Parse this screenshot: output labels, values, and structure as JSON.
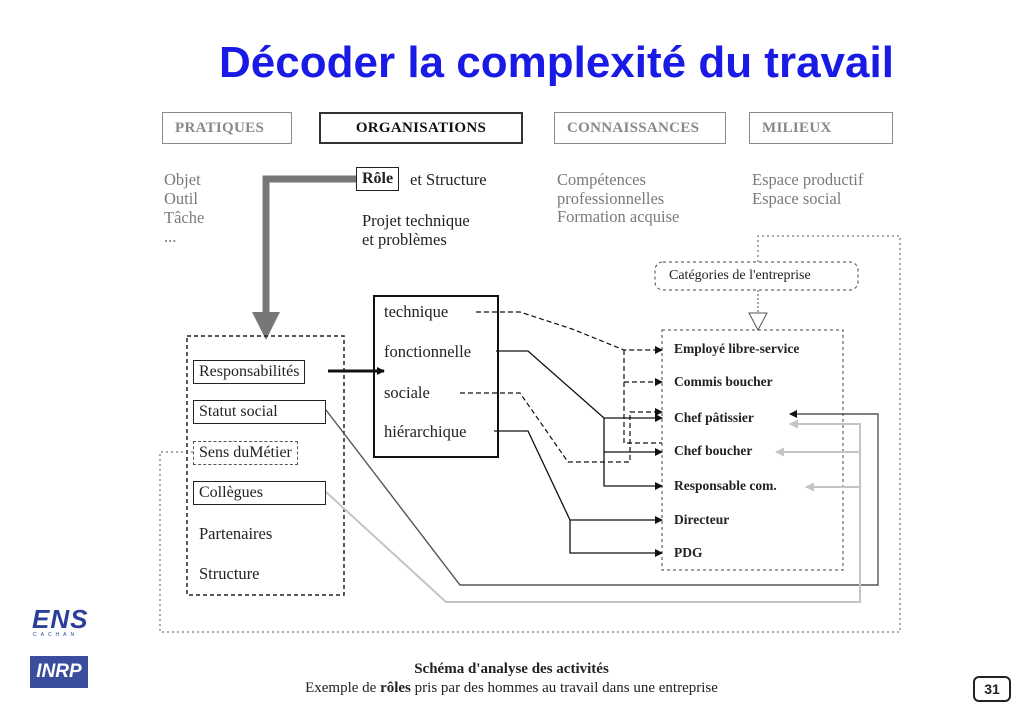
{
  "title": "Décoder la complexité du travail",
  "headers": [
    "PRATIQUES",
    "ORGANISATIONS",
    "CONNAISSANCES",
    "MILIEUX"
  ],
  "pratiques_items": [
    "Objet",
    "Outil",
    "Tâche",
    "..."
  ],
  "organisations": {
    "role_label": "Rôle",
    "structure_label": "et Structure",
    "projet_line1": "Projet technique",
    "projet_line2": "et problèmes"
  },
  "connaissances_items": [
    "Compétences",
    "professionnelles",
    "Formation acquise"
  ],
  "milieux_items": [
    "Espace productif",
    "Espace social"
  ],
  "dimensions": [
    "technique",
    "fonctionnelle",
    "sociale",
    "hiérarchique"
  ],
  "left_items": [
    "Responsabilités",
    "Statut social",
    "Sens duMétier",
    "Collègues",
    "Partenaires",
    "Structure"
  ],
  "categories_label": "Catégories de l'entreprise",
  "roles": [
    "Employé libre-service",
    "Commis boucher",
    "Chef pâtissier",
    "Chef boucher",
    "Responsable com.",
    "Directeur",
    "PDG"
  ],
  "caption": {
    "line1": "Schéma d'analyse des activités",
    "line2_prefix": "Exemple de",
    "line2_bold": "rôles",
    "line2_suffix": "pris par des hommes au travail dans une entreprise"
  },
  "page_number": "31",
  "logos": {
    "ens": "ENS",
    "ens_sub": "CACHAN",
    "inrp": "INRP"
  },
  "colors": {
    "title": "#1a1ae6",
    "logo": "#3a4c9c",
    "arrow_gray": "#777777",
    "light_gray": "#c4c4c4"
  }
}
